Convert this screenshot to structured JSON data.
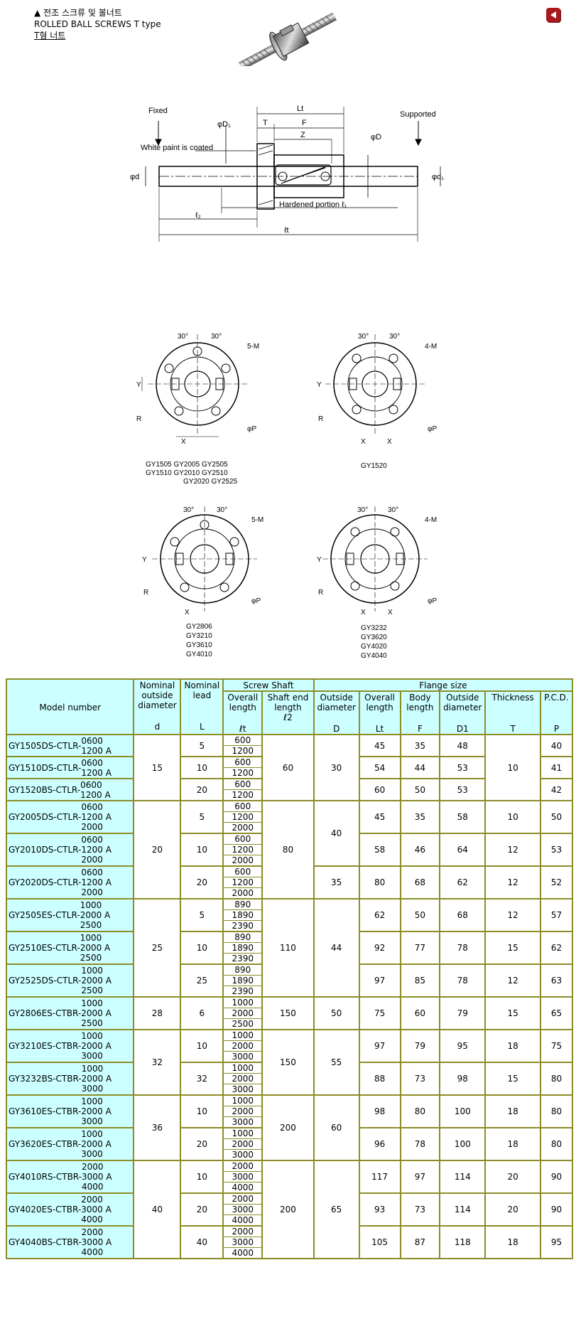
{
  "header": {
    "line1": "▲ 전조 스크류 및 볼너트",
    "line2": "ROLLED BALL SCREWS T type",
    "line3a": "T형",
    "line3b": " 너트"
  },
  "icons": {
    "back": "back-arrow-icon",
    "photo": "ball-screw-photo"
  },
  "diagram": {
    "fixed": "Fixed",
    "supported": "Supported",
    "white_paint": "White paint is coated",
    "hardened": "Hardened portion  ℓ₁",
    "lt": "Lt",
    "t": "T",
    "f": "F",
    "z": "Z",
    "phiD1": "φD₁",
    "phiD": "φD",
    "phid": "φd",
    "phid1": "φd₁",
    "l2": "ℓ₂",
    "lt_total": "ℓt"
  },
  "flanges": {
    "tl": {
      "angle_a": "30°",
      "angle_b": "30°",
      "holes": "5-M",
      "y": "Y",
      "r": "R",
      "x": "X",
      "p": "φP",
      "models": [
        "GY1505  GY2005  GY2505",
        "GY1510  GY2010  GY2510",
        "GY2020  GY2525"
      ]
    },
    "tr": {
      "angle_a": "30°",
      "angle_b": "30°",
      "holes": "4-M",
      "y": "Y",
      "r": "R",
      "x": "X",
      "p": "φP",
      "models": [
        "GY1520"
      ]
    },
    "bl": {
      "angle_a": "30°",
      "angle_b": "30°",
      "holes": "5-M",
      "y": "Y",
      "r": "R",
      "x": "X",
      "p": "φP",
      "models": [
        "GY2806",
        "GY3210",
        "GY3610",
        "GY4010"
      ]
    },
    "br": {
      "angle_a": "30°",
      "angle_b": "30°",
      "holes": "4-M",
      "y": "Y",
      "r": "R",
      "x": "X",
      "p": "φP",
      "models": [
        "GY3232",
        "GY3620",
        "GY4020",
        "GY4040"
      ]
    }
  },
  "table": {
    "headers": {
      "model": "Model number",
      "nominal_od": "Nominal outside diameter",
      "nominal_od_unit": "d",
      "nominal_lead": "Nominal lead",
      "nominal_lead_unit": "L",
      "screw_shaft": "Screw Shaft",
      "overall_length": "Overall length",
      "overall_length_unit": "ℓt",
      "shaft_end": "Shaft end length",
      "shaft_end_unit": "ℓ2",
      "flange_size": "Flange size",
      "outside_diameter": "Outside diameter",
      "outside_diameter_unit": "D",
      "f_overall": "Overall length",
      "f_overall_unit": "Lt",
      "body_length": "Body length",
      "body_length_unit": "F",
      "f_outside": "Outside diameter",
      "f_outside_unit": "D1",
      "thickness": "Thickness",
      "thickness_unit": "T",
      "pcd": "P.C.D.",
      "pcd_unit": "P"
    },
    "rows": [
      {
        "model": "GY1505DS-CTLR-",
        "suffix": [
          "0600",
          "1200 A"
        ],
        "lens": [
          "600",
          "1200"
        ],
        "lead": "5",
        "Lt": "45",
        "F": "35",
        "D1": "48",
        "P": "40"
      },
      {
        "model": "GY1510DS-CTLR-",
        "suffix": [
          "0600",
          "1200 A"
        ],
        "lens": [
          "600",
          "1200"
        ],
        "lead": "10",
        "Lt": "54",
        "F": "44",
        "D1": "53",
        "P": "41"
      },
      {
        "model": "GY1520BS-CTLR-",
        "suffix": [
          "0600",
          "1200 A"
        ],
        "lens": [
          "600",
          "1200"
        ],
        "lead": "20",
        "Lt": "60",
        "F": "50",
        "D1": "53",
        "P": "42"
      },
      {
        "model": "GY2005DS-CTLR-",
        "suffix": [
          "0600",
          "1200 A",
          "2000"
        ],
        "lens": [
          "600",
          "1200",
          "2000"
        ],
        "lead": "5",
        "Lt": "45",
        "F": "35",
        "D1": "58",
        "T": "10",
        "P": "50"
      },
      {
        "model": "GY2010DS-CTLR-",
        "suffix": [
          "0600",
          "1200 A",
          "2000"
        ],
        "lens": [
          "600",
          "1200",
          "2000"
        ],
        "lead": "10",
        "Lt": "58",
        "F": "46",
        "D1": "64",
        "T": "12",
        "P": "53"
      },
      {
        "model": "GY2020DS-CTLR-",
        "suffix": [
          "0600",
          "1200 A",
          "2000"
        ],
        "lens": [
          "600",
          "1200",
          "2000"
        ],
        "lead": "20",
        "D": "35",
        "Lt": "80",
        "F": "68",
        "D1": "62",
        "T": "12",
        "P": "52"
      },
      {
        "model": "GY2505ES-CTLR-",
        "suffix": [
          "1000",
          "2000 A",
          "2500"
        ],
        "lens": [
          "890",
          "1890",
          "2390"
        ],
        "lead": "5",
        "Lt": "62",
        "F": "50",
        "D1": "68",
        "T": "12",
        "P": "57"
      },
      {
        "model": "GY2510ES-CTLR-",
        "suffix": [
          "1000",
          "2000 A",
          "2500"
        ],
        "lens": [
          "890",
          "1890",
          "2390"
        ],
        "lead": "10",
        "Lt": "92",
        "F": "77",
        "D1": "78",
        "T": "15",
        "P": "62"
      },
      {
        "model": "GY2525DS-CTLR-",
        "suffix": [
          "1000",
          "2000 A",
          "2500"
        ],
        "lens": [
          "890",
          "1890",
          "2390"
        ],
        "lead": "25",
        "Lt": "97",
        "F": "85",
        "D1": "78",
        "T": "12",
        "P": "63"
      },
      {
        "model": "GY2806ES-CTBR-",
        "suffix": [
          "1000",
          "2000 A",
          "2500"
        ],
        "lens": [
          "1000",
          "2000",
          "2500"
        ],
        "od": "28",
        "lead": "6",
        "l2": "150",
        "D": "50",
        "Lt": "75",
        "F": "60",
        "D1": "79",
        "T": "15",
        "P": "65"
      },
      {
        "model": "GY3210ES-CTBR-",
        "suffix": [
          "1000",
          "2000 A",
          "3000"
        ],
        "lens": [
          "1000",
          "2000",
          "3000"
        ],
        "lead": "10",
        "Lt": "97",
        "F": "79",
        "D1": "95",
        "T": "18",
        "P": "75"
      },
      {
        "model": "GY3232BS-CTBR-",
        "suffix": [
          "1000",
          "2000 A",
          "3000"
        ],
        "lens": [
          "1000",
          "2000",
          "3000"
        ],
        "lead": "32",
        "Lt": "88",
        "F": "73",
        "D1": "98",
        "T": "15",
        "P": "80"
      },
      {
        "model": "GY3610ES-CTBR-",
        "suffix": [
          "1000",
          "2000 A",
          "3000"
        ],
        "lens": [
          "1000",
          "2000",
          "3000"
        ],
        "lead": "10",
        "Lt": "98",
        "F": "80",
        "D1": "100",
        "T": "18",
        "P": "80"
      },
      {
        "model": "GY3620ES-CTBR-",
        "suffix": [
          "1000",
          "2000 A",
          "3000"
        ],
        "lens": [
          "1000",
          "2000",
          "3000"
        ],
        "lead": "20",
        "Lt": "96",
        "F": "78",
        "D1": "100",
        "T": "18",
        "P": "80"
      },
      {
        "model": "GY4010RS-CTBR-",
        "suffix": [
          "2000",
          "3000 A",
          "4000"
        ],
        "lens": [
          "2000",
          "3000",
          "4000"
        ],
        "lead": "10",
        "Lt": "117",
        "F": "97",
        "D1": "114",
        "T": "20",
        "P": "90"
      },
      {
        "model": "GY4020ES-CTBR-",
        "suffix": [
          "2000",
          "3000 A",
          "4000"
        ],
        "lens": [
          "2000",
          "3000",
          "4000"
        ],
        "lead": "20",
        "Lt": "93",
        "F": "73",
        "D1": "114",
        "T": "20",
        "P": "90"
      },
      {
        "model": "GY4040BS-CTBR-",
        "suffix": [
          "2000",
          "3000 A",
          "4000"
        ],
        "lens": [
          "2000",
          "3000",
          "4000"
        ],
        "lead": "40",
        "Lt": "105",
        "F": "87",
        "D1": "118",
        "T": "18",
        "P": "95"
      }
    ],
    "groups": {
      "od15": "15",
      "od20": "20",
      "od25": "25",
      "od32": "32",
      "od36": "36",
      "od40": "40",
      "l2_60": "60",
      "l2_80": "80",
      "l2_110": "110",
      "l2_150": "150",
      "l2_200a": "200",
      "l2_200b": "200",
      "D30": "30",
      "D40": "40",
      "D44": "44",
      "D55": "55",
      "D60": "60",
      "D65": "65",
      "T10": "10"
    }
  }
}
